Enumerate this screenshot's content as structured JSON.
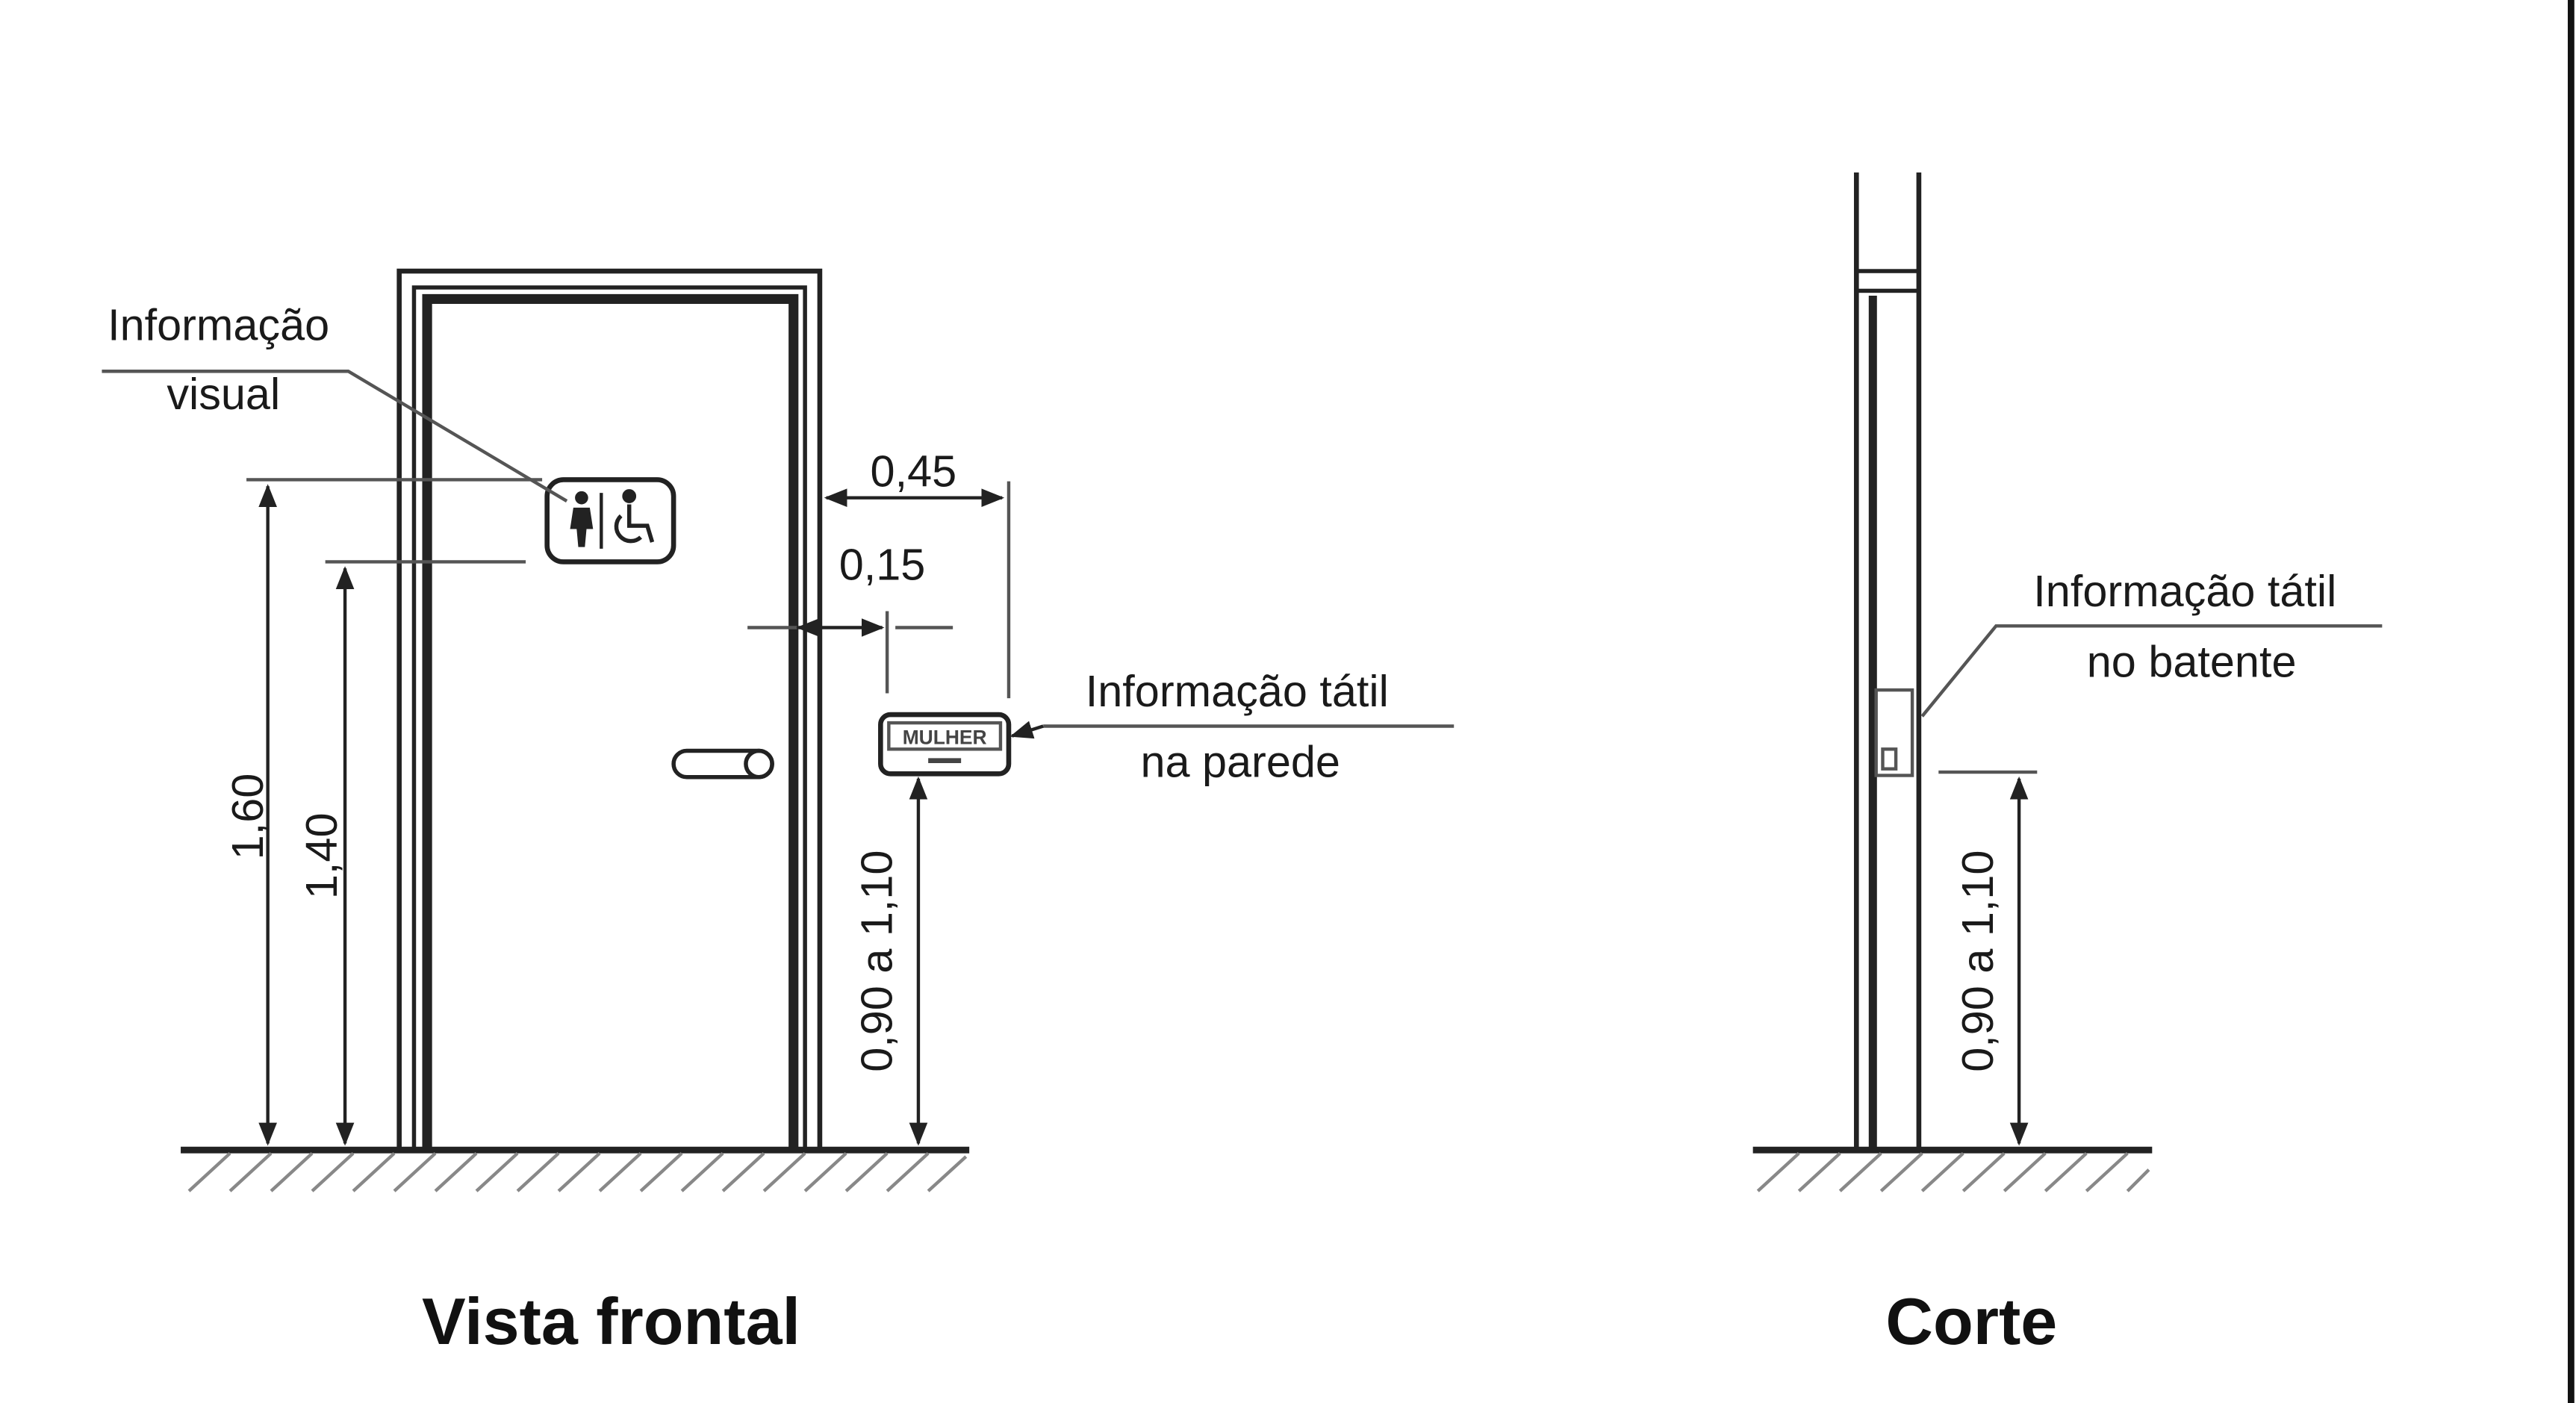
{
  "front_view": {
    "caption": "Vista frontal",
    "visual_label_line1": "Informação",
    "visual_label_line2": "visual",
    "tactile_wall_line1": "Informação tátil",
    "tactile_wall_line2": "na parede",
    "sign_text": "MULHER",
    "dim_160": "1,60",
    "dim_140": "1,40",
    "dim_045": "0,45",
    "dim_015": "0,15",
    "dim_090_110": "0,90 a 1,10"
  },
  "section_view": {
    "caption": "Corte",
    "tactile_jamb_line1": "Informação tátil",
    "tactile_jamb_line2": "no batente",
    "dim_090_110": "0,90 a 1,10"
  },
  "icons": {
    "restroom": "female-toilet-icon",
    "accessibility": "wheelchair-icon"
  }
}
